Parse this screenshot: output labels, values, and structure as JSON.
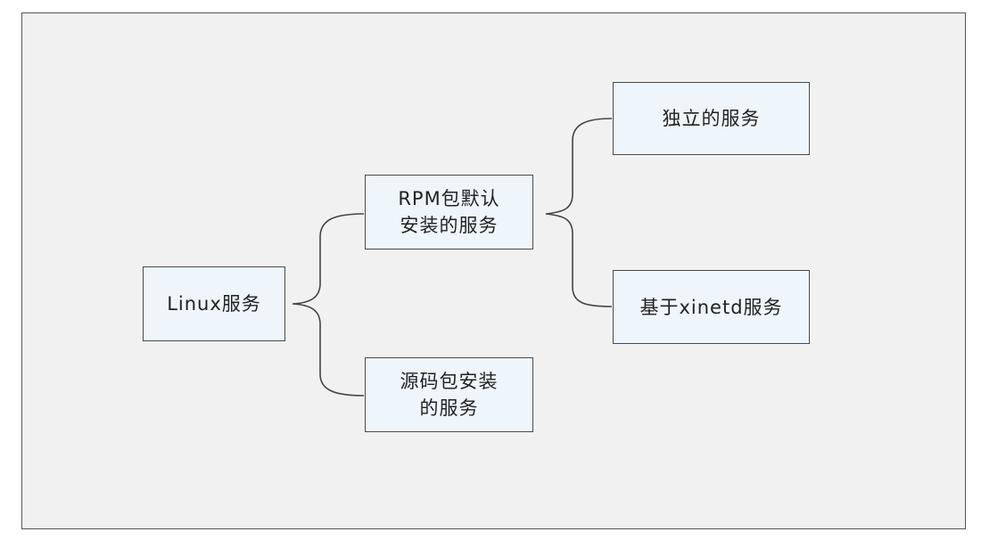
{
  "diagram": {
    "root": {
      "label": "Linux服务"
    },
    "level1": [
      {
        "label": "RPM包默认\n安装的服务"
      },
      {
        "label": "源码包安装\n的服务"
      }
    ],
    "level2": [
      {
        "label": "独立的服务"
      },
      {
        "label": "基于xinetd服务"
      }
    ]
  },
  "colors": {
    "background": "#f1f1f1",
    "node_fill": "#eef6fb",
    "border": "#4a4a4a",
    "text": "#222222"
  }
}
